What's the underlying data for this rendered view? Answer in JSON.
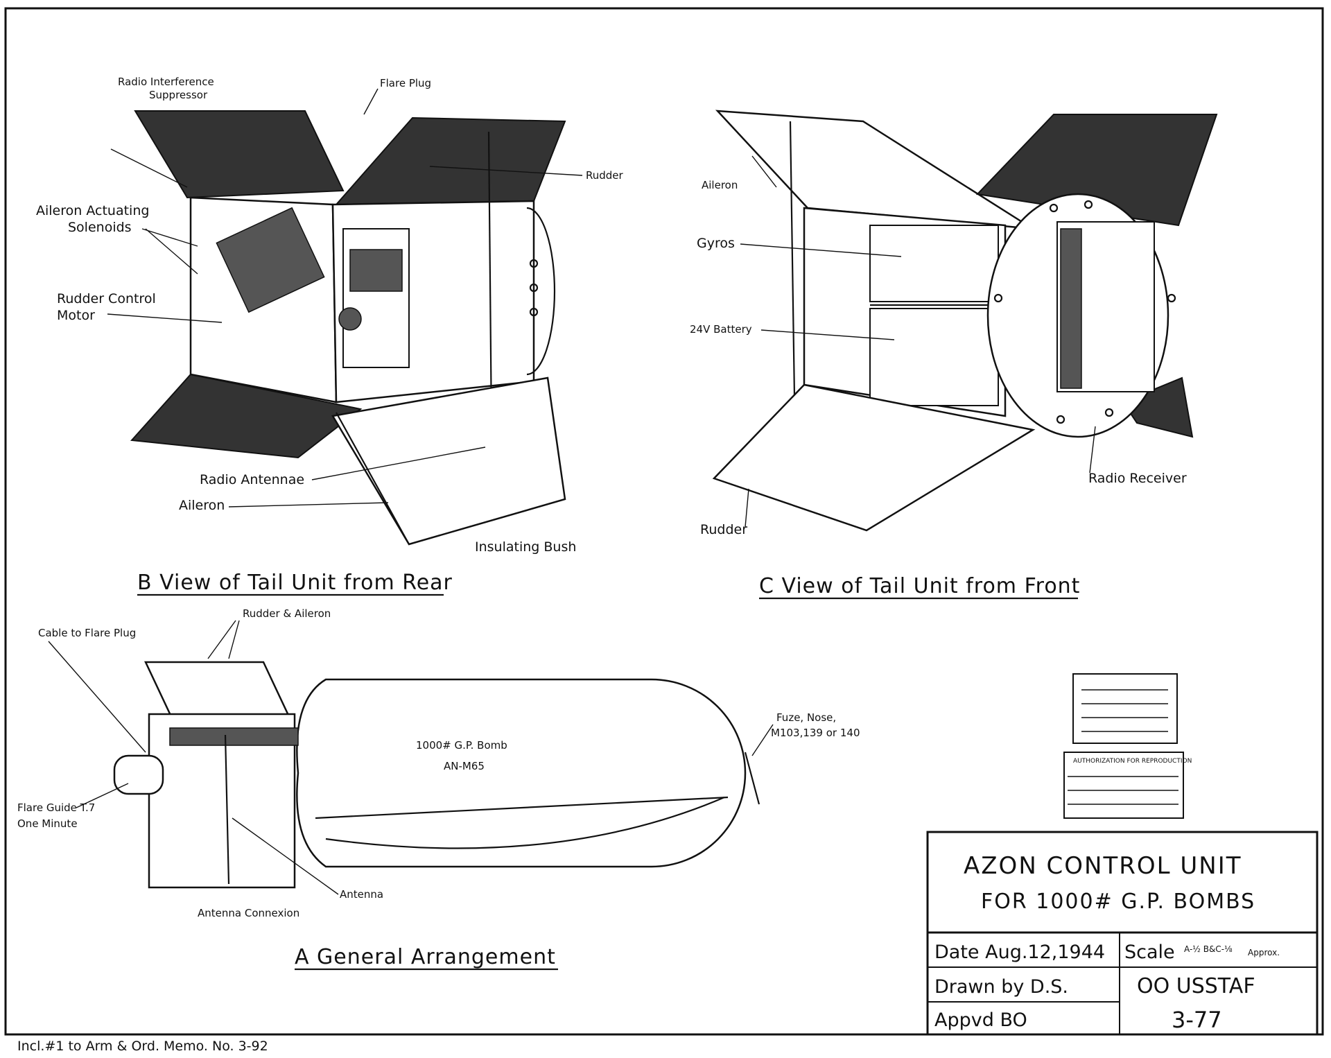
{
  "figure_b": {
    "caption": "B  View of Tail Unit from Rear",
    "labels": {
      "radio_suppressor": [
        "Radio Interference",
        "Suppressor"
      ],
      "flare_plug": "Flare Plug",
      "rudder": "Rudder",
      "aileron_solenoids": [
        "Aileron  Actuating",
        "Solenoids"
      ],
      "rudder_motor": [
        "Rudder Control",
        "Motor"
      ],
      "radio_antenna": "Radio Antennae",
      "aileron": "Aileron",
      "insulating_bush": "Insulating Bush"
    }
  },
  "figure_c": {
    "caption": "C  View of Tail Unit from Front",
    "labels": {
      "aileron": "Aileron",
      "gyros": "Gyros",
      "battery": "24V Battery",
      "rudder": "Rudder",
      "radio_receiver": "Radio Receiver"
    }
  },
  "figure_a": {
    "caption": "A  General Arrangement",
    "labels": {
      "rudder_aileron": "Rudder & Aileron",
      "cable_flare_plug": "Cable to Flare Plug",
      "fuze_nose": [
        "Fuze, Nose,",
        "M103,139 or 140"
      ],
      "bomb_name": [
        "1000# G.P. Bomb",
        "AN-M65"
      ],
      "flare_guide": [
        "Flare Guide T.7",
        "One Minute"
      ],
      "antenna": "Antenna",
      "antenna_connexion": "Antenna Connexion"
    }
  },
  "title_block": {
    "title_line1": "AZON  CONTROL  UNIT",
    "title_line2": "FOR 1000# G.P. BOMBS",
    "date": "Date  Aug.12,1944",
    "scale": "Scale",
    "scale_note": "A-½  B&C-⅛",
    "scale_approx": "Approx.",
    "drawn_by": "Drawn by  D.S.",
    "approved": "Appvd  BO",
    "office": "OO USSTAF",
    "number": "3-77"
  },
  "stamps": {
    "auth": "AUTHORIZATION  FOR  REPRODUCTION"
  },
  "footer": "Incl.#1 to Arm & Ord. Memo. No. 3-92"
}
